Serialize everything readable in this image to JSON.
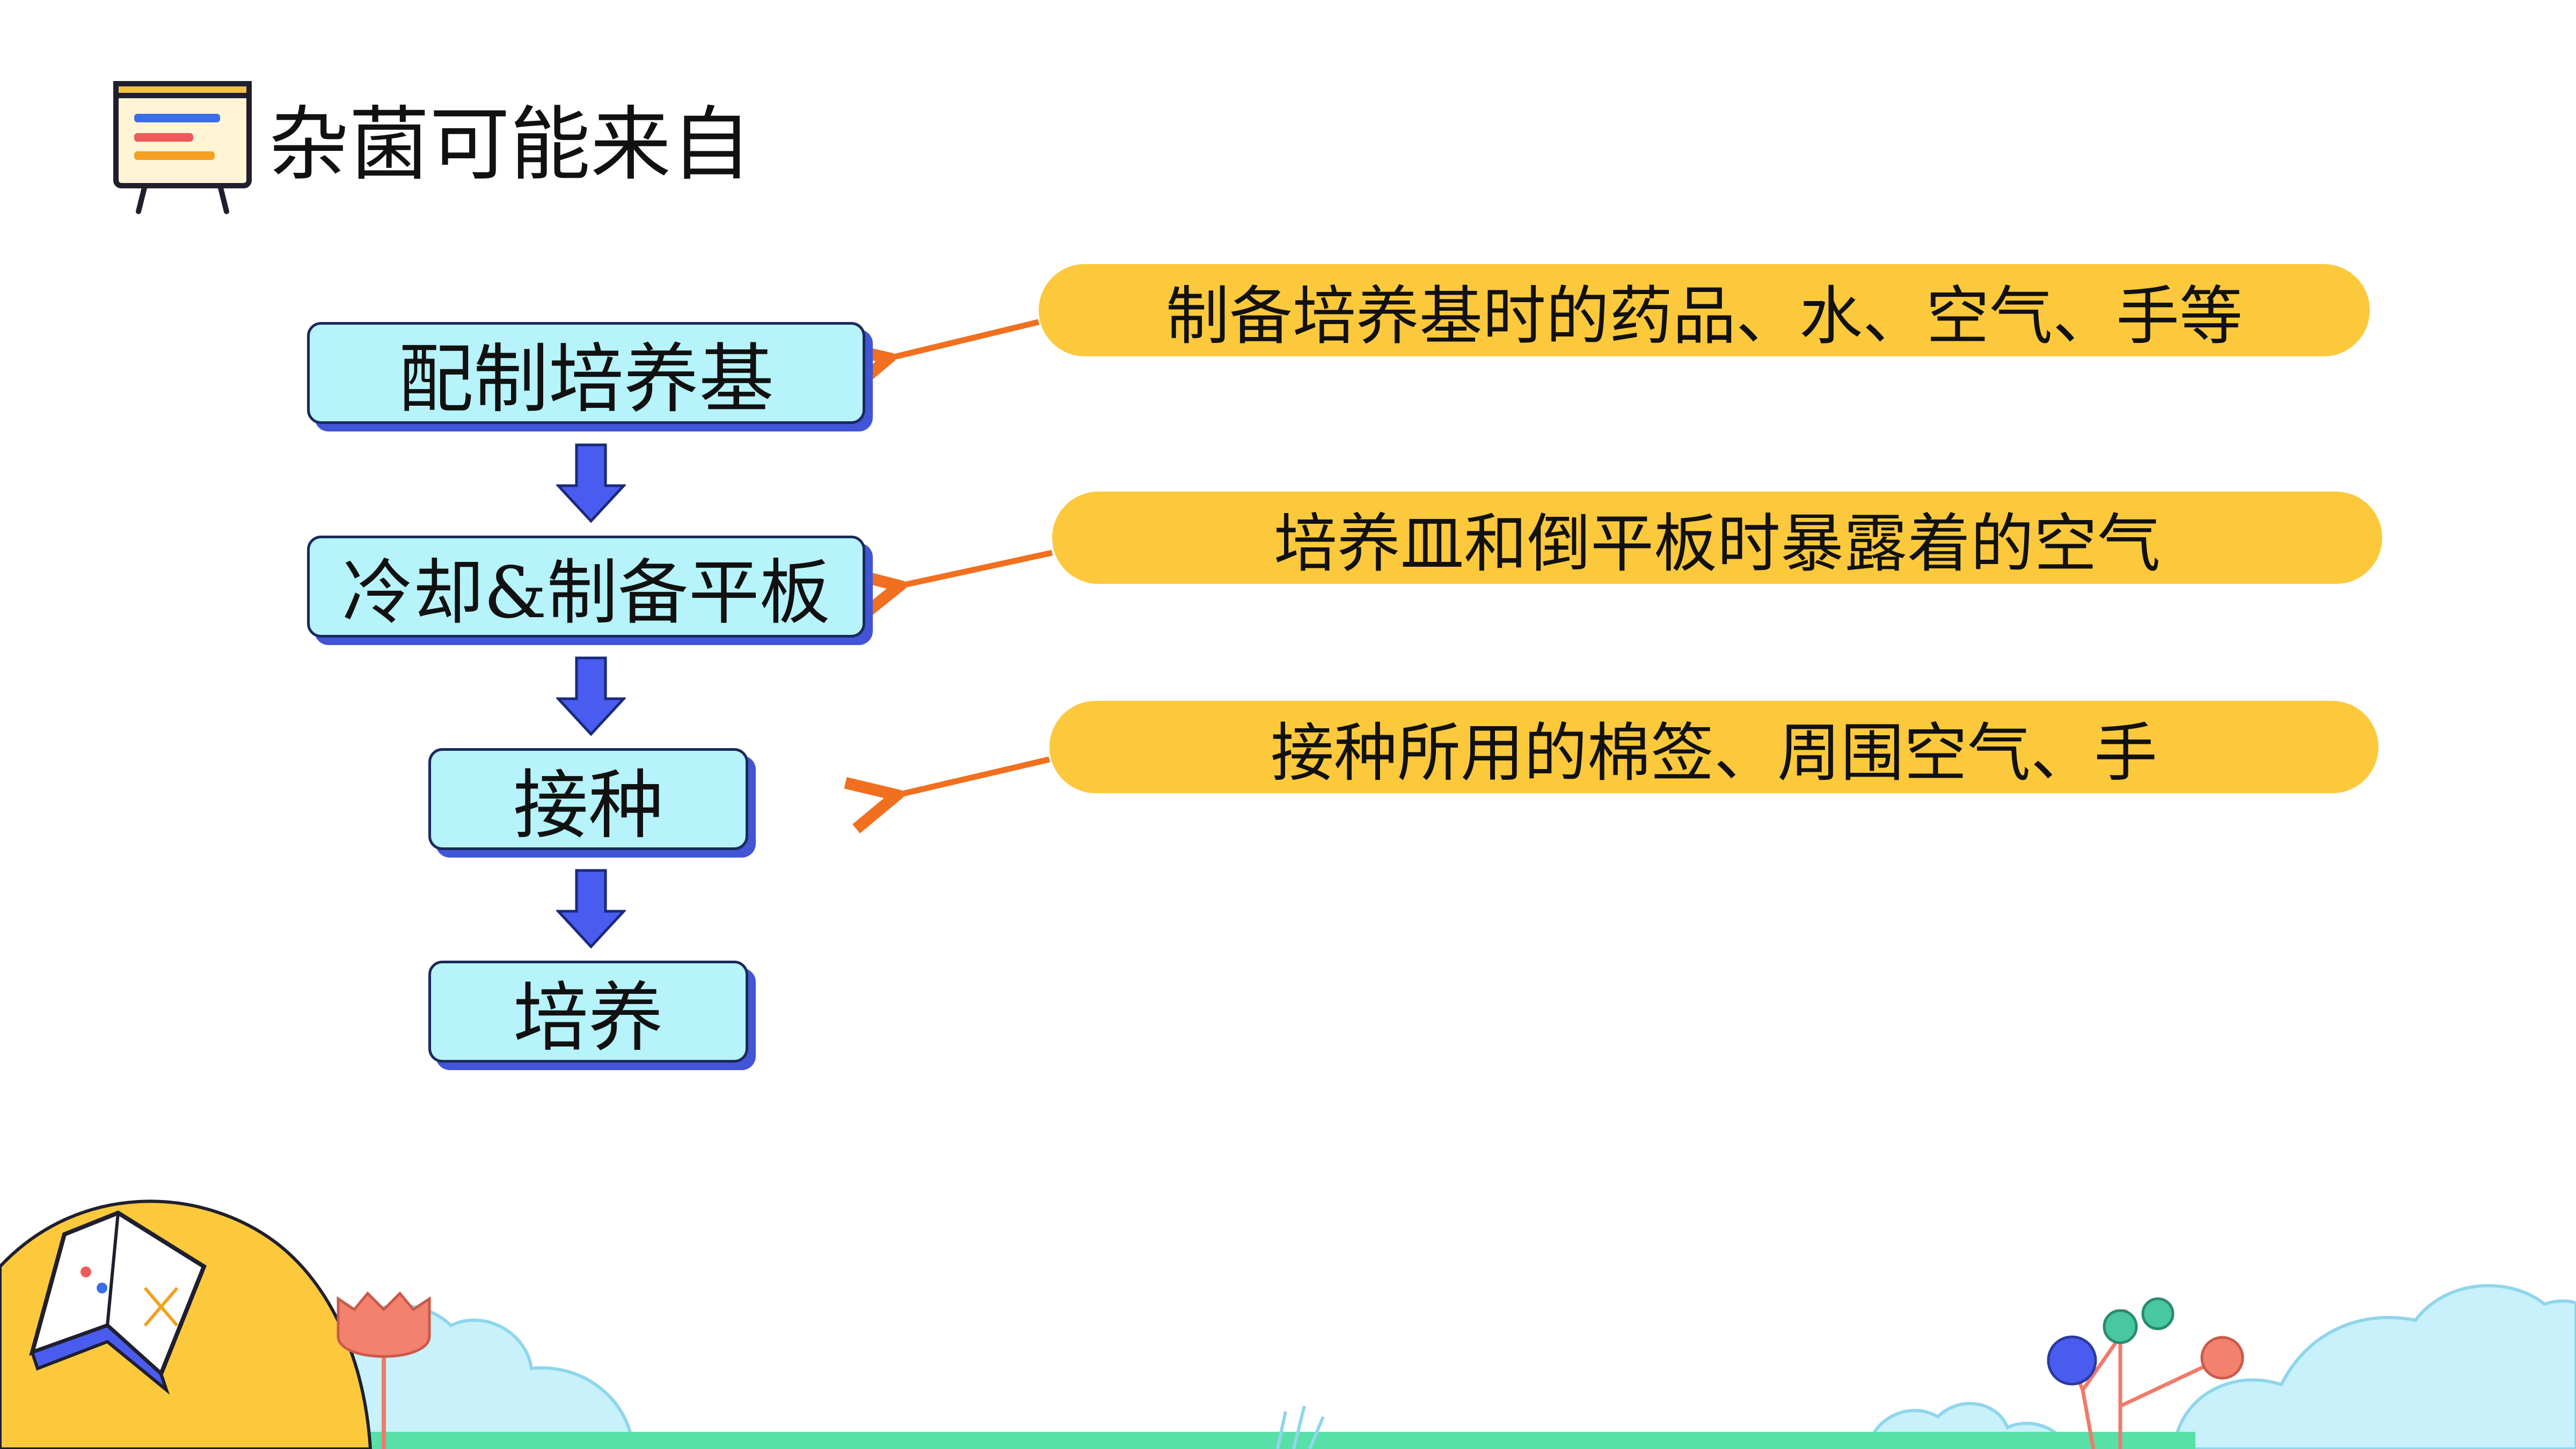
{
  "header": {
    "title": "杂菌可能来自"
  },
  "flow": {
    "steps": [
      "配制培养基",
      "冷却&制备平板",
      "接种",
      "培养"
    ]
  },
  "sources": {
    "items": [
      "制备培养基时的药品、水、空气、手等",
      "培养皿和倒平板时暴露着的空气",
      "接种所用的棉签、周围空气、手"
    ]
  },
  "colors": {
    "box_fill": "#b6f3fb",
    "box_shadow": "#4155d6",
    "pill_fill": "#fcc93d",
    "arrow_orange": "#f07020",
    "arrow_blue": "#4a5cf0"
  }
}
